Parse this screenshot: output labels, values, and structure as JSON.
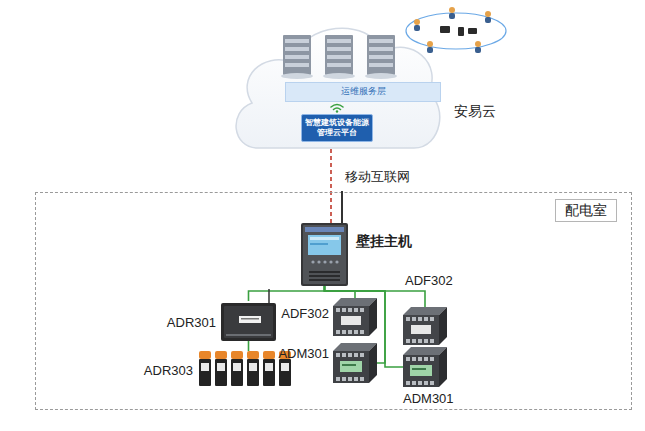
{
  "diagram": {
    "nodes": [
      {
        "text": [
          "安易云"
        ]
      },
      {
        "text": [
          "运维服务层"
        ],
        "in": 0
      },
      {
        "text": [
          "智慧建筑设备能源管理云平台"
        ],
        "in": 0
      },
      {
        "text": [
          "配电室"
        ]
      },
      {
        "text": [
          "壁挂主机"
        ],
        "in": 3
      },
      {
        "text": [
          "ADR301"
        ],
        "in": 3
      },
      {
        "text": [
          "ADR303"
        ],
        "in": 3
      },
      {
        "text": [
          "ADF302"
        ],
        "in": 3
      },
      {
        "text": [
          "ADF302"
        ],
        "in": 3
      },
      {
        "text": [
          "ADM301"
        ],
        "in": 3
      },
      {
        "text": [
          "ADM301"
        ],
        "in": 3
      }
    ],
    "edges": [
      {
        "from": 0,
        "to": 4,
        "arrow": "none",
        "label": "移动互联网"
      },
      {
        "from": 4,
        "to": 5,
        "arrow": "none"
      },
      {
        "from": 4,
        "to": 7,
        "arrow": "none"
      },
      {
        "from": 4,
        "to": 9,
        "arrow": "none"
      },
      {
        "from": 4,
        "to": 8,
        "arrow": "none"
      },
      {
        "from": 4,
        "to": 10,
        "arrow": "none"
      },
      {
        "from": 5,
        "to": 6,
        "arrow": "none"
      }
    ]
  }
}
